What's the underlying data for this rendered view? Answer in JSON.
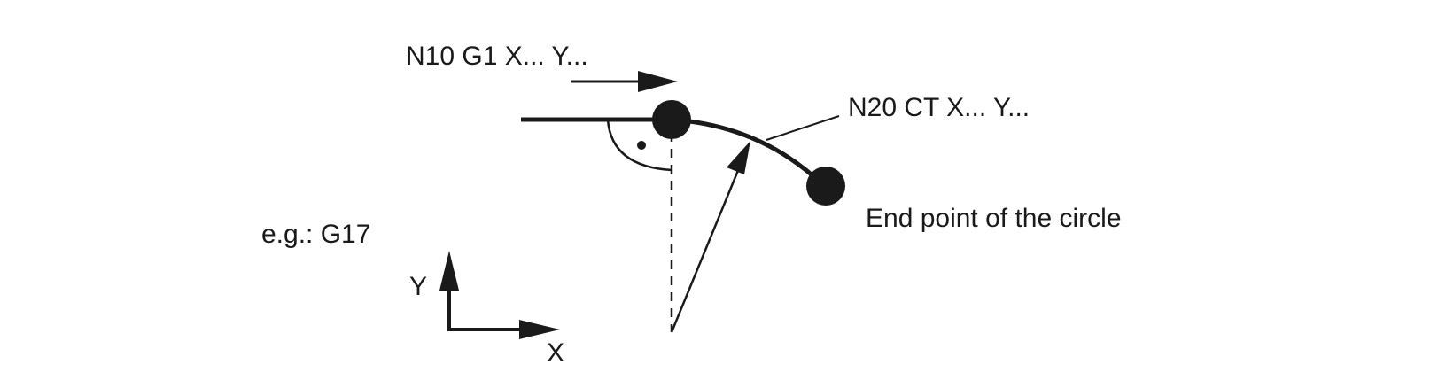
{
  "labels": {
    "block_n10": "N10 G1 X... Y...",
    "block_n20": "N20 CT X... Y...",
    "end_point": "End point of the circle",
    "plane": "e.g.: G17",
    "axis_y": "Y",
    "axis_x": "X"
  },
  "colors": {
    "ink": "#1a1a1a",
    "background": "#ffffff"
  }
}
